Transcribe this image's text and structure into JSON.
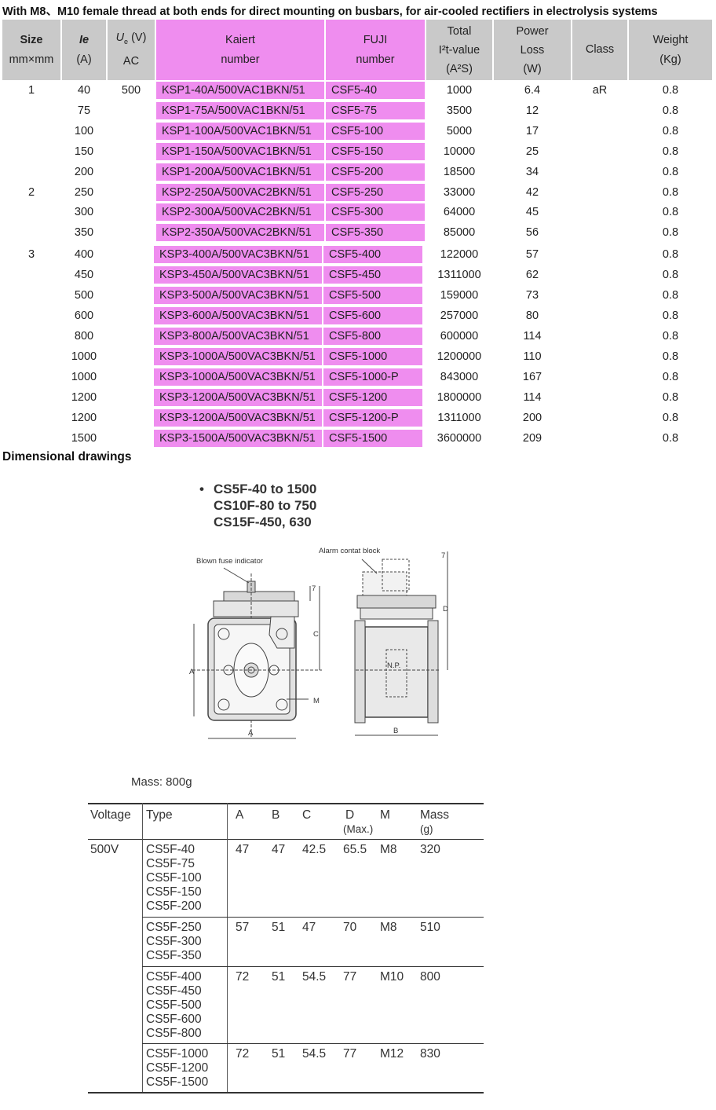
{
  "title": "With M8、M10 female thread at both ends for direct mounting on busbars, for air-cooled rectifiers in electrolysis systems",
  "spec_table": {
    "headers": {
      "size": "Size",
      "size_unit": "mm×mm",
      "ie": "Ie",
      "ie_unit": "(A)",
      "ue_u": "U",
      "ue_sub": "e",
      "ue_unit": " (V)",
      "ue_ac": "AC",
      "kaiert": "Kaiert",
      "kaiert2": "number",
      "fuji": "FUJI",
      "fuji2": "number",
      "i2t_1": "Total",
      "i2t_2": "I²t-value",
      "i2t_3": "(A²S)",
      "loss_1": "Power",
      "loss_2": "Loss",
      "loss_3": "(W)",
      "class": "Class",
      "weight_1": "Weight",
      "weight_2": "(Kg)"
    },
    "rows": [
      {
        "size": "1",
        "ie": "40",
        "ue": "500",
        "kaiert": "KSP1-40A/500VAC1BKN/51",
        "fuji": "CSF5-40",
        "i2t": "1000",
        "loss": "6.4",
        "cls": "aR",
        "weight": "0.8"
      },
      {
        "size": "",
        "ie": "75",
        "ue": "",
        "kaiert": "KSP1-75A/500VAC1BKN/51",
        "fuji": "CSF5-75",
        "i2t": "3500",
        "loss": "12",
        "cls": "",
        "weight": "0.8"
      },
      {
        "size": "",
        "ie": "100",
        "ue": "",
        "kaiert": "KSP1-100A/500VAC1BKN/51",
        "fuji": "CSF5-100",
        "i2t": "5000",
        "loss": "17",
        "cls": "",
        "weight": "0.8"
      },
      {
        "size": "",
        "ie": "150",
        "ue": "",
        "kaiert": "KSP1-150A/500VAC1BKN/51",
        "fuji": "CSF5-150",
        "i2t": "10000",
        "loss": "25",
        "cls": "",
        "weight": "0.8"
      },
      {
        "size": "",
        "ie": "200",
        "ue": "",
        "kaiert": "KSP1-200A/500VAC1BKN/51",
        "fuji": "CSF5-200",
        "i2t": "18500",
        "loss": "34",
        "cls": "",
        "weight": "0.8"
      },
      {
        "size": "2",
        "ie": "250",
        "ue": "",
        "kaiert": "KSP2-250A/500VAC2BKN/51",
        "fuji": "CSF5-250",
        "i2t": "33000",
        "loss": "42",
        "cls": "",
        "weight": "0.8"
      },
      {
        "size": "",
        "ie": "300",
        "ue": "",
        "kaiert": "KSP2-300A/500VAC2BKN/51",
        "fuji": "CSF5-300",
        "i2t": "64000",
        "loss": "45",
        "cls": "",
        "weight": "0.8"
      },
      {
        "size": "",
        "ie": "350",
        "ue": "",
        "kaiert": "KSP2-350A/500VAC2BKN/51",
        "fuji": "CSF5-350",
        "i2t": "85000",
        "loss": "56",
        "cls": "",
        "weight": "0.8"
      },
      {
        "size": "3",
        "ie": "400",
        "ue": "",
        "kaiert": "KSP3-400A/500VAC3BKN/51",
        "fuji": "CSF5-400",
        "i2t": "122000",
        "loss": "57",
        "cls": "",
        "weight": "0.8"
      },
      {
        "size": "",
        "ie": "450",
        "ue": "",
        "kaiert": "KSP3-450A/500VAC3BKN/51",
        "fuji": "CSF5-450",
        "i2t": "1311000",
        "loss": "62",
        "cls": "",
        "weight": "0.8"
      },
      {
        "size": "",
        "ie": "500",
        "ue": "",
        "kaiert": "KSP3-500A/500VAC3BKN/51",
        "fuji": "CSF5-500",
        "i2t": "159000",
        "loss": "73",
        "cls": "",
        "weight": "0.8"
      },
      {
        "size": "",
        "ie": "600",
        "ue": "",
        "kaiert": "KSP3-600A/500VAC3BKN/51",
        "fuji": "CSF5-600",
        "i2t": "257000",
        "loss": "80",
        "cls": "",
        "weight": "0.8"
      },
      {
        "size": "",
        "ie": "800",
        "ue": "",
        "kaiert": "KSP3-800A/500VAC3BKN/51",
        "fuji": "CSF5-800",
        "i2t": "600000",
        "loss": "114",
        "cls": "",
        "weight": "0.8"
      },
      {
        "size": "",
        "ie": "1000",
        "ue": "",
        "kaiert": "KSP3-1000A/500VAC3BKN/51",
        "fuji": "CSF5-1000",
        "i2t": "1200000",
        "loss": "110",
        "cls": "",
        "weight": "0.8"
      },
      {
        "size": "",
        "ie": "1000",
        "ue": "",
        "kaiert": "KSP3-1000A/500VAC3BKN/51",
        "fuji": "CSF5-1000-P",
        "i2t": "843000",
        "loss": "167",
        "cls": "",
        "weight": "0.8"
      },
      {
        "size": "",
        "ie": "1200",
        "ue": "",
        "kaiert": "KSP3-1200A/500VAC3BKN/51",
        "fuji": "CSF5-1200",
        "i2t": "1800000",
        "loss": "114",
        "cls": "",
        "weight": "0.8"
      },
      {
        "size": "",
        "ie": "1200",
        "ue": "",
        "kaiert": "KSP3-1200A/500VAC3BKN/51",
        "fuji": "CSF5-1200-P",
        "i2t": "1311000",
        "loss": "200",
        "cls": "",
        "weight": "0.8"
      },
      {
        "size": "",
        "ie": "1500",
        "ue": "",
        "kaiert": "KSP3-1500A/500VAC3BKN/51",
        "fuji": "CSF5-1500",
        "i2t": "3600000",
        "loss": "209",
        "cls": "",
        "weight": "0.8"
      }
    ]
  },
  "section_title": "Dimensional drawings",
  "drawing": {
    "caption_lines": [
      "CS5F-40 to 1500",
      "CS10F-80 to 750",
      "CS15F-450, 630"
    ],
    "labels": {
      "blown": "Blown fuse indicator",
      "alarm": "Alarm contat block",
      "np": "N.P.",
      "a": "A",
      "b": "B",
      "c": "C",
      "d": "D",
      "m": "M",
      "seven": "7"
    }
  },
  "mass": "Mass:  800g",
  "dim_table": {
    "headers": {
      "voltage": "Voltage",
      "type": "Type",
      "a": "A",
      "b": "B",
      "c": "C",
      "d": "D",
      "d_sub": "(Max.)",
      "m": "M",
      "mass": "Mass",
      "mass_sub": "(g)"
    },
    "voltage": "500V",
    "groups": [
      {
        "types": [
          "CS5F-40",
          "CS5F-75",
          "CS5F-100",
          "CS5F-150",
          "CS5F-200"
        ],
        "a": "47",
        "b": "47",
        "c": "42.5",
        "d": "65.5",
        "m": "M8",
        "mass": "320"
      },
      {
        "types": [
          "CS5F-250",
          "CS5F-300",
          "CS5F-350"
        ],
        "a": "57",
        "b": "51",
        "c": "47",
        "d": "70",
        "m": "M8",
        "mass": "510"
      },
      {
        "types": [
          "CS5F-400",
          "CS5F-450",
          "CS5F-500",
          "CS5F-600",
          "CS5F-800"
        ],
        "a": "72",
        "b": "51",
        "c": "54.5",
        "d": "77",
        "m": "M10",
        "mass": "800"
      },
      {
        "types": [
          "CS5F-1000",
          "CS5F-1200",
          "CS5F-1500"
        ],
        "a": "72",
        "b": "51",
        "c": "54.5",
        "d": "77",
        "m": "M12",
        "mass": "830"
      }
    ]
  }
}
